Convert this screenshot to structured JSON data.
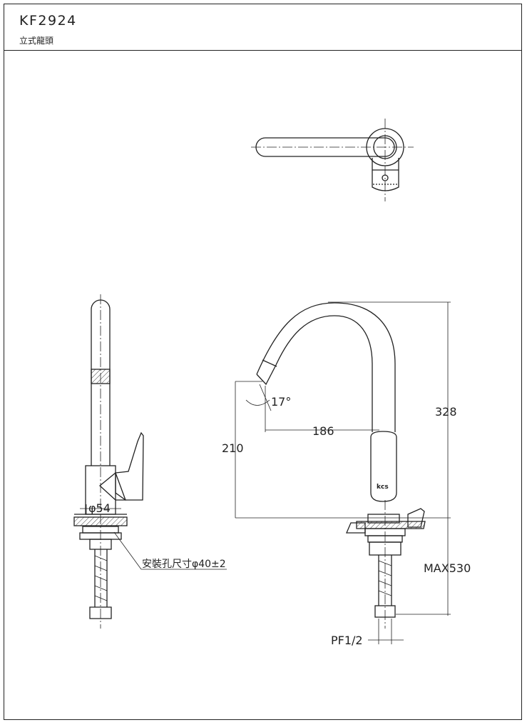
{
  "header": {
    "model": "KF2924",
    "product_name": "立式龍頭"
  },
  "dimensions": {
    "spout_angle": "17°",
    "spout_reach": "186",
    "spout_height": "210",
    "total_height": "328",
    "hose_length": "MAX530",
    "thread": "PF1/2",
    "base_diameter": "φ54",
    "install_hole": "安裝孔尺寸φ40±2"
  },
  "logo": "kcs"
}
